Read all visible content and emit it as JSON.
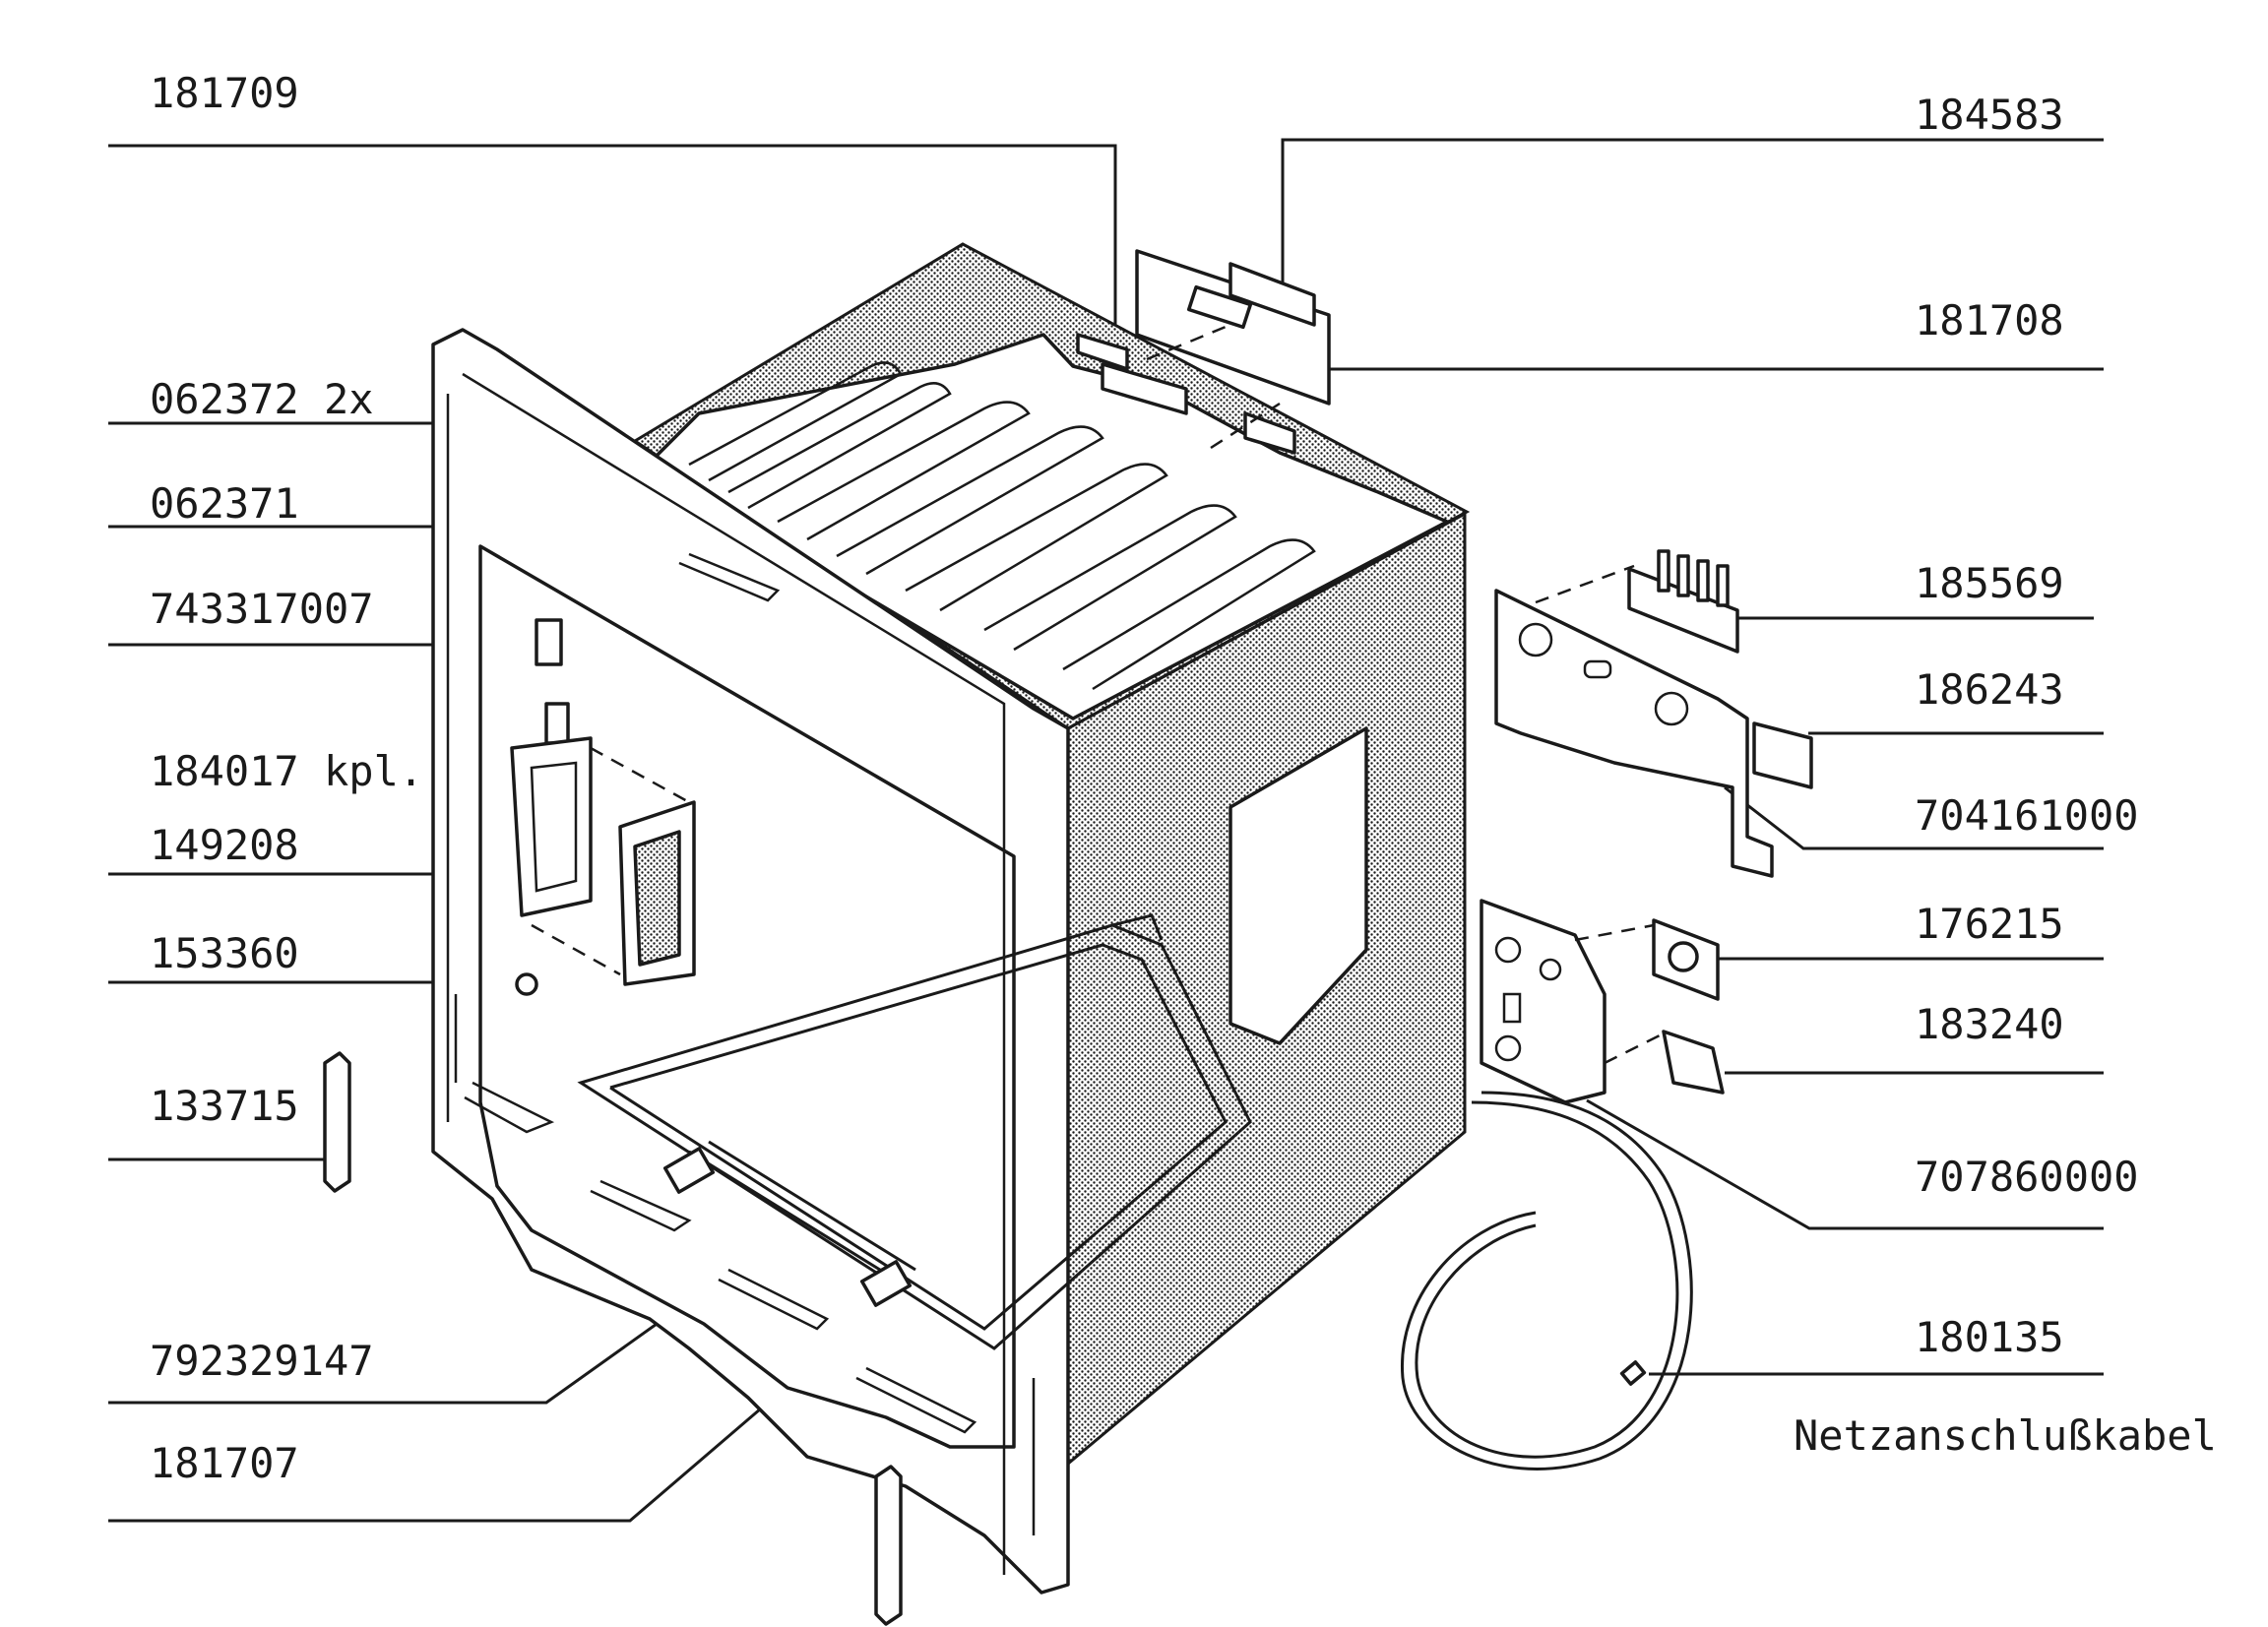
{
  "diagram": {
    "parts": [
      {
        "id": "p1",
        "number": "181709"
      },
      {
        "id": "p2",
        "number": "184583"
      },
      {
        "id": "p3",
        "number": "181708"
      },
      {
        "id": "p4",
        "number": "062372 2x"
      },
      {
        "id": "p5",
        "number": "062371"
      },
      {
        "id": "p6",
        "number": "743317007"
      },
      {
        "id": "p7",
        "number": "185569"
      },
      {
        "id": "p8",
        "number": "186243"
      },
      {
        "id": "p9",
        "number": "184017 kpl."
      },
      {
        "id": "p10",
        "number": "704161000"
      },
      {
        "id": "p11",
        "number": "149208"
      },
      {
        "id": "p12",
        "number": "176215"
      },
      {
        "id": "p13",
        "number": "153360"
      },
      {
        "id": "p14",
        "number": "183240"
      },
      {
        "id": "p15",
        "number": "133715"
      },
      {
        "id": "p16",
        "number": "707860000"
      },
      {
        "id": "p17",
        "number": "180135"
      },
      {
        "id": "p18",
        "number": "792329147"
      },
      {
        "id": "p19",
        "number": "181707"
      }
    ],
    "cable_caption": "Netzanschlußkabel"
  }
}
